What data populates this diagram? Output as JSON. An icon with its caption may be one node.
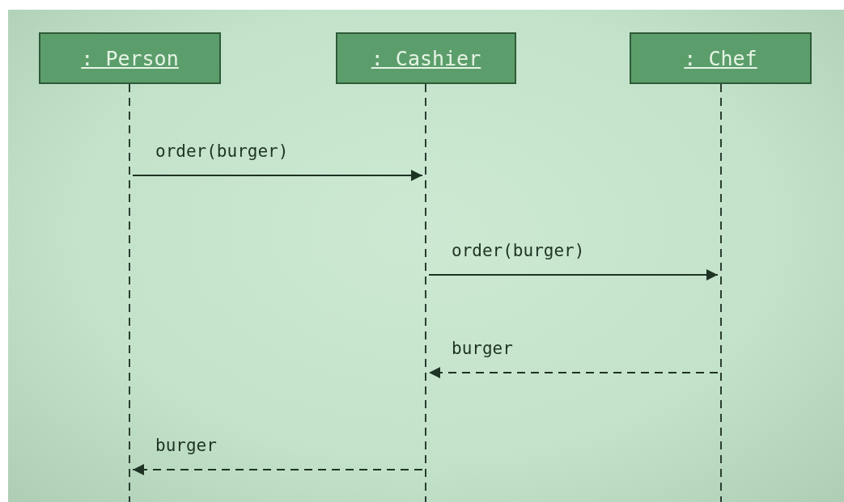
{
  "diagram": {
    "nodes": [
      {
        "text": [
          ": Person"
        ]
      },
      {
        "text": [
          ": Cashier"
        ]
      },
      {
        "text": [
          ": Chef"
        ]
      },
      {
        "text": [],
        "shape": "line"
      },
      {
        "text": [],
        "shape": "line"
      },
      {
        "text": [],
        "shape": "line"
      }
    ],
    "edges": [
      {
        "from": 3,
        "to": 4,
        "arrow": "to",
        "label": "order(burger)"
      },
      {
        "from": 4,
        "to": 5,
        "arrow": "to",
        "label": "order(burger)"
      },
      {
        "from": 5,
        "to": 4,
        "arrow": "to",
        "label": "burger",
        "style": "dashed"
      },
      {
        "from": 4,
        "to": 3,
        "arrow": "to",
        "label": "burger",
        "style": "dashed"
      }
    ]
  }
}
